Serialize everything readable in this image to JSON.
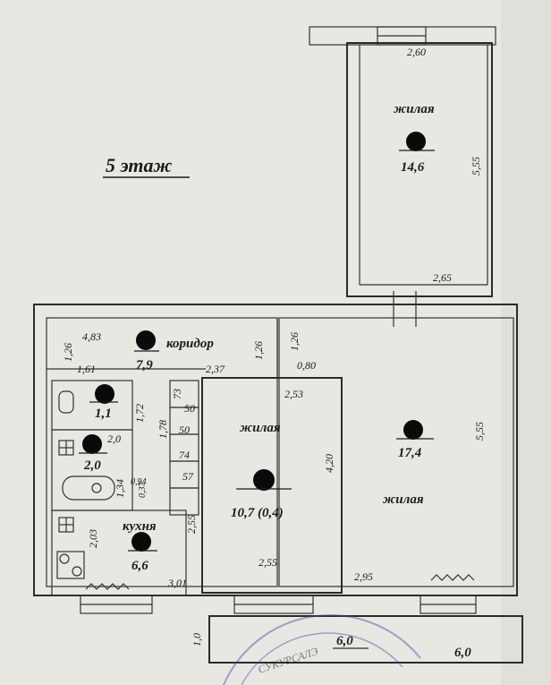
{
  "floor_title": "5 этаж",
  "rooms": {
    "top_living": {
      "label": "жилая",
      "area": "14,6"
    },
    "corridor": {
      "label": "коридор",
      "area": "7,9"
    },
    "bath1": {
      "area": "1,1"
    },
    "bath2": {
      "area": "2,0"
    },
    "kitchen": {
      "label": "кухня",
      "area": "6,6"
    },
    "mid_living": {
      "label": "жилая",
      "area": "10,7 (0,4)"
    },
    "right_living": {
      "label": "жилая",
      "area": "17,4"
    },
    "balcony": {
      "area": "6,0",
      "area2": "6,0"
    }
  },
  "dimensions": {
    "top_width": "2,60",
    "top_height": "5,55",
    "top_bottom": "2,65",
    "corr_top": "4,83",
    "corr_left": "1,26",
    "corr_w1": "1,61",
    "corr_w2": "2,37",
    "corr_h2": "1,26",
    "corr_h3": "1,26",
    "corr_w3": "0,80",
    "bath_h": "1,72",
    "bath_w": "2,0",
    "corr_v": "1,78",
    "c73": "73",
    "c50a": "50",
    "c50b": "50",
    "c74": "74",
    "c57": "57",
    "d094": "0,94",
    "d037": "0,37",
    "d134": "1,34",
    "kit_h": "2,03",
    "kit_v": "2,55",
    "kit_w": "3,01",
    "mid_top": "2,53",
    "mid_h": "4,20",
    "mid_bottom": "2,55",
    "right_h": "5,55",
    "right_bottom": "2,95",
    "balc_h": "1,0"
  },
  "stamp_text": "СУКУРСАЛЭ"
}
